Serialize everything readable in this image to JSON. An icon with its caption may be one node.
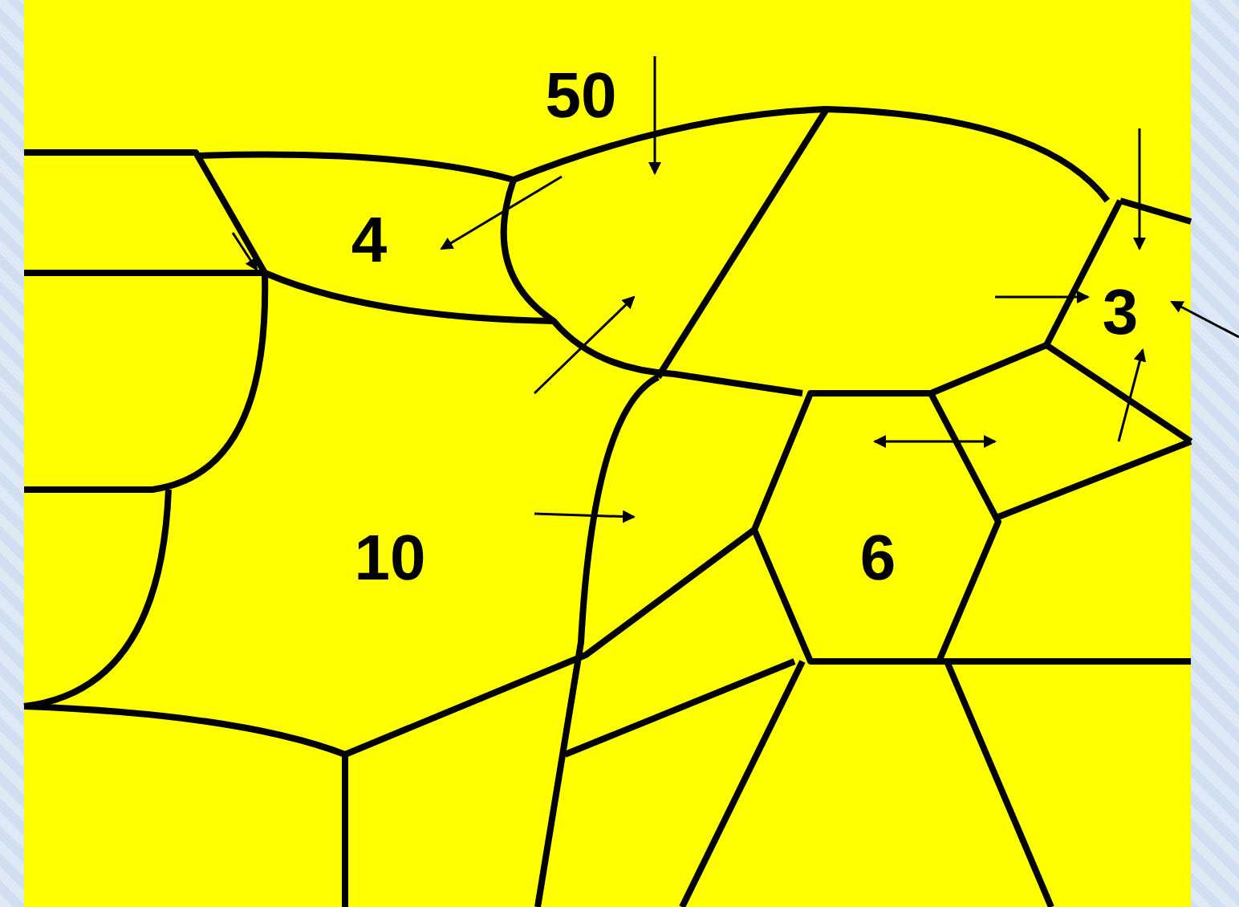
{
  "diagram": {
    "labels": [
      "50",
      "4",
      "3",
      "10",
      "6"
    ]
  }
}
